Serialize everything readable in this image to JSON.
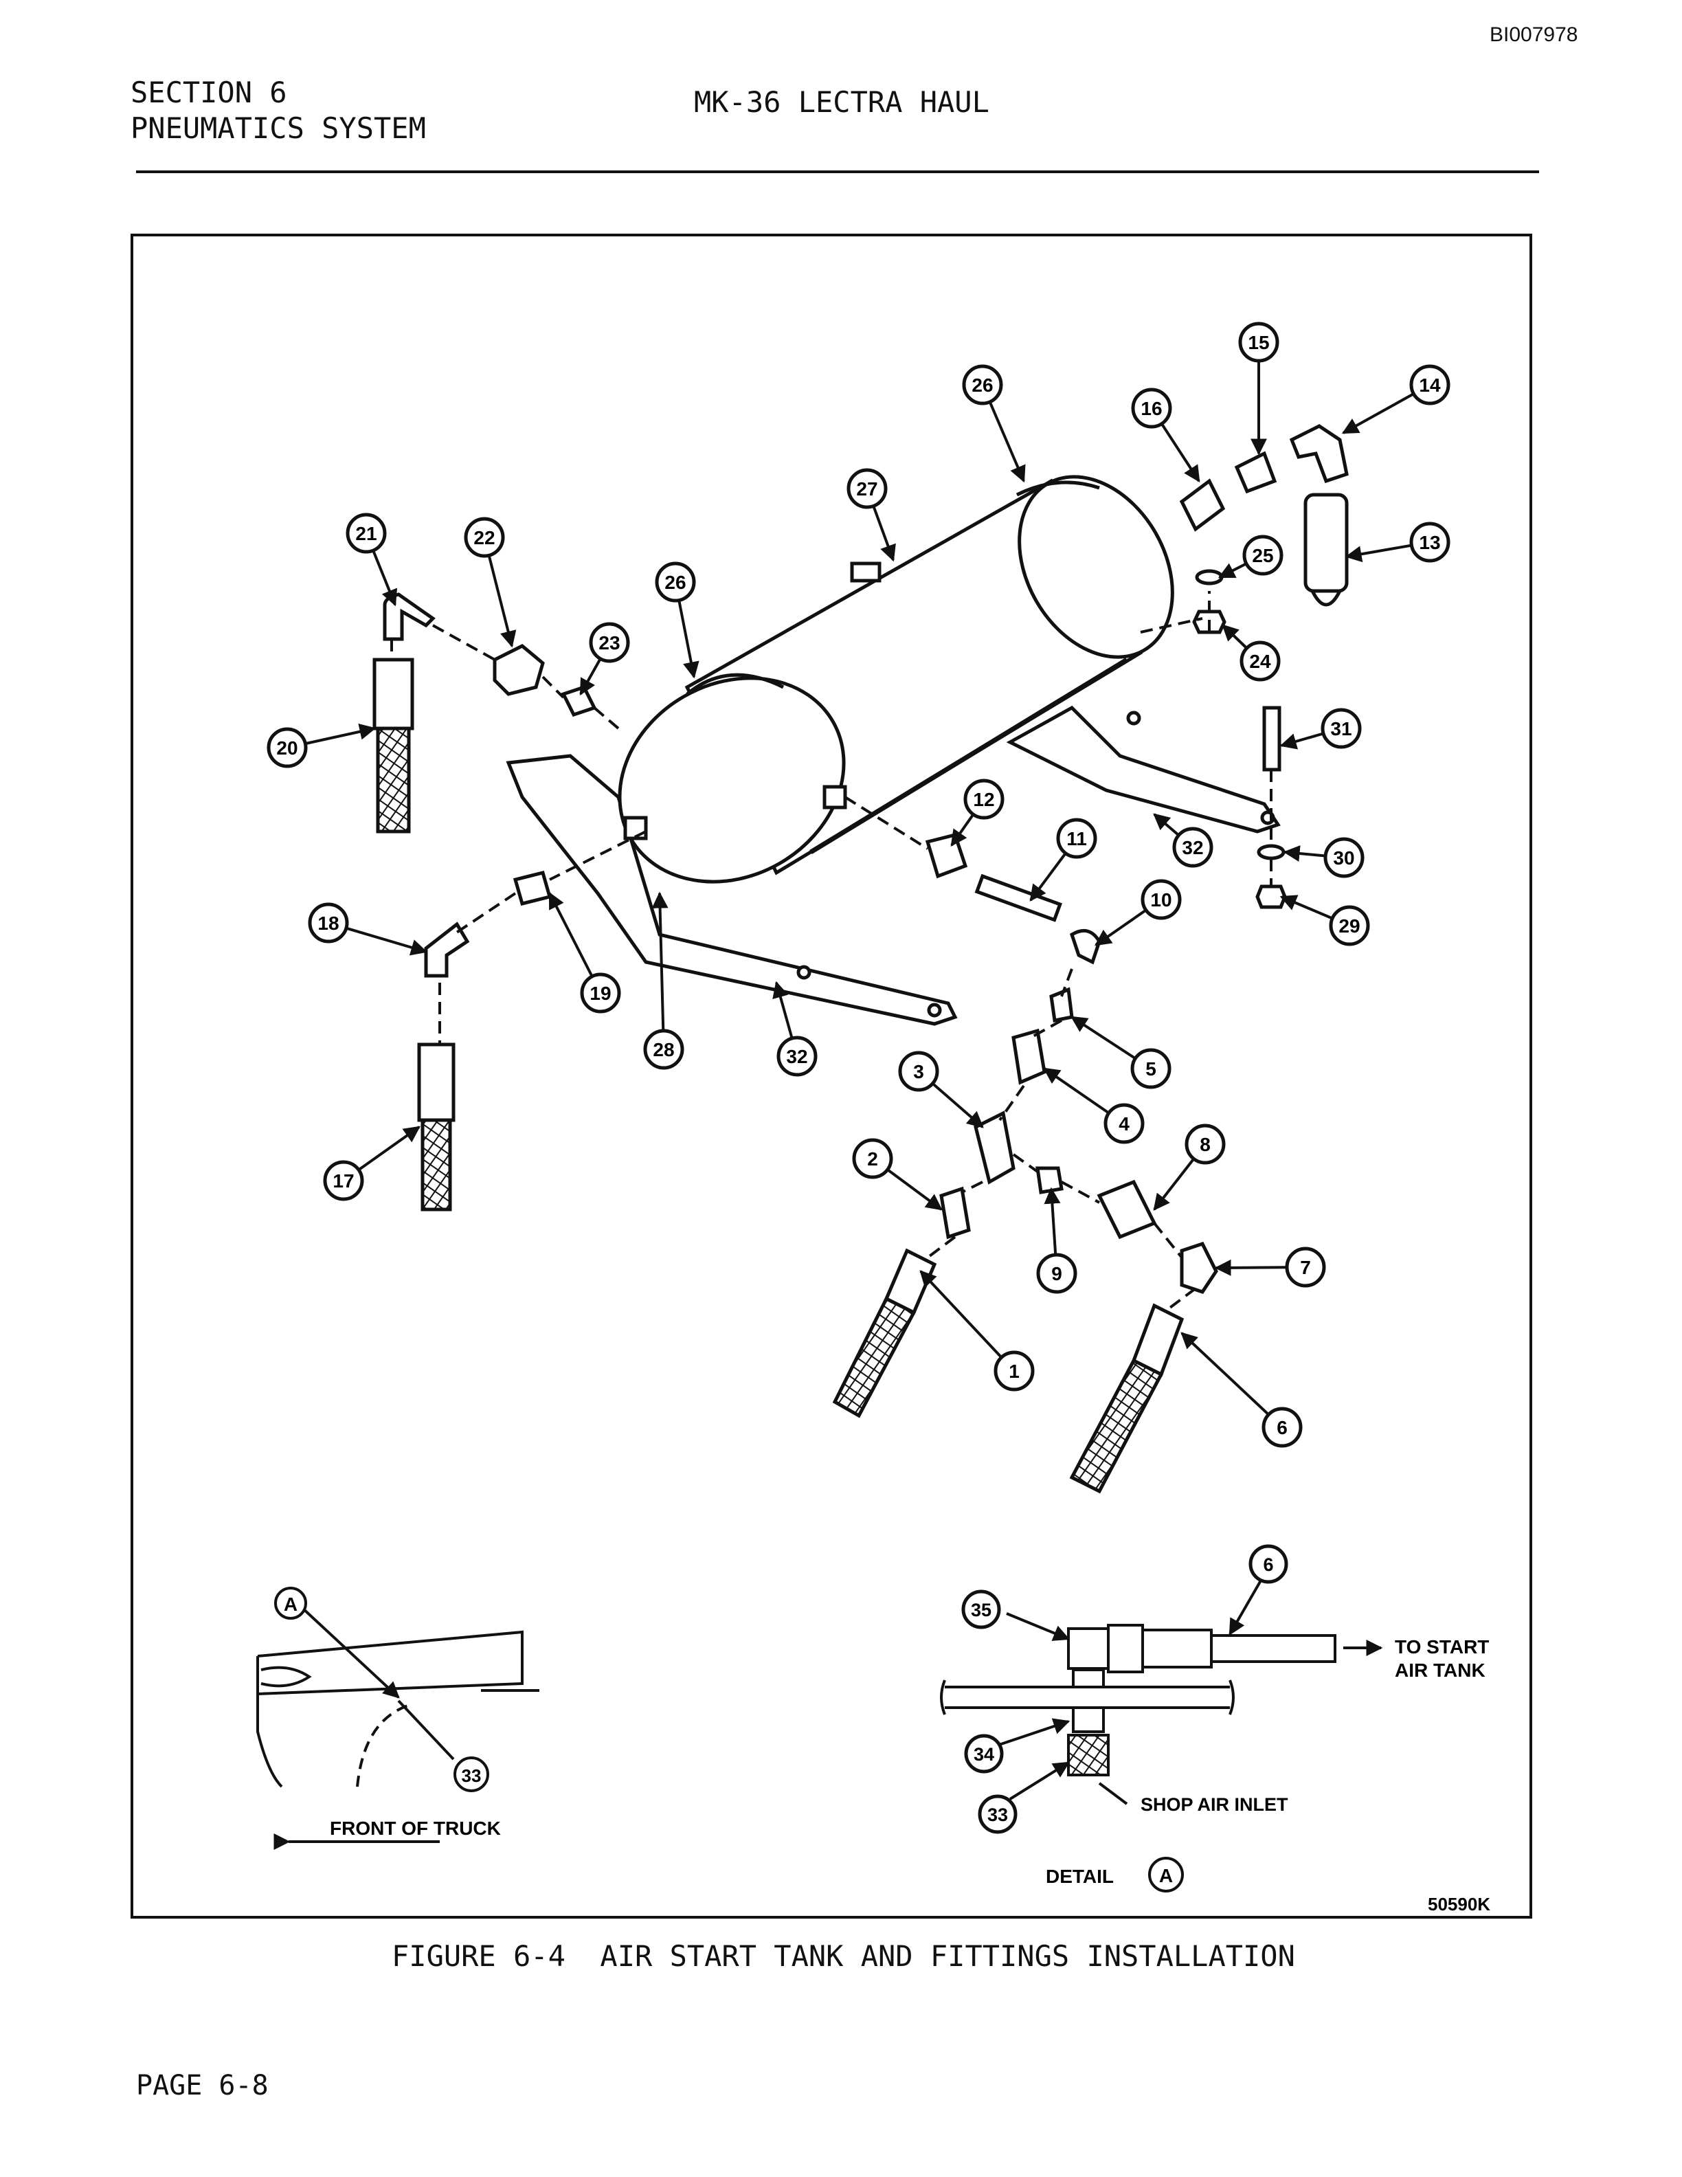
{
  "header": {
    "doc_id": "BI007978",
    "section": "SECTION 6",
    "system": "PNEUMATICS SYSTEM",
    "title": "MK-36 LECTRA HAUL"
  },
  "figure": {
    "drawing_number": "50590K",
    "caption": "FIGURE 6-4  AIR START TANK AND FITTINGS INSTALLATION",
    "callouts": [
      "1",
      "2",
      "3",
      "4",
      "5",
      "6",
      "7",
      "8",
      "9",
      "10",
      "11",
      "12",
      "13",
      "14",
      "15",
      "16",
      "17",
      "18",
      "19",
      "20",
      "21",
      "22",
      "23",
      "24",
      "25",
      "26",
      "26",
      "27",
      "28",
      "29",
      "30",
      "31",
      "32",
      "32"
    ],
    "inset_left": {
      "detail_marker": "A",
      "callout": "33",
      "label": "FRONT OF TRUCK"
    },
    "detail": {
      "callouts": [
        "6",
        "35",
        "34",
        "33"
      ],
      "to_label_line1": "TO START",
      "to_label_line2": "AIR TANK",
      "inlet_label": "SHOP AIR INLET",
      "detail_label": "DETAIL",
      "detail_marker": "A"
    }
  },
  "footer": {
    "page": "PAGE 6-8"
  }
}
